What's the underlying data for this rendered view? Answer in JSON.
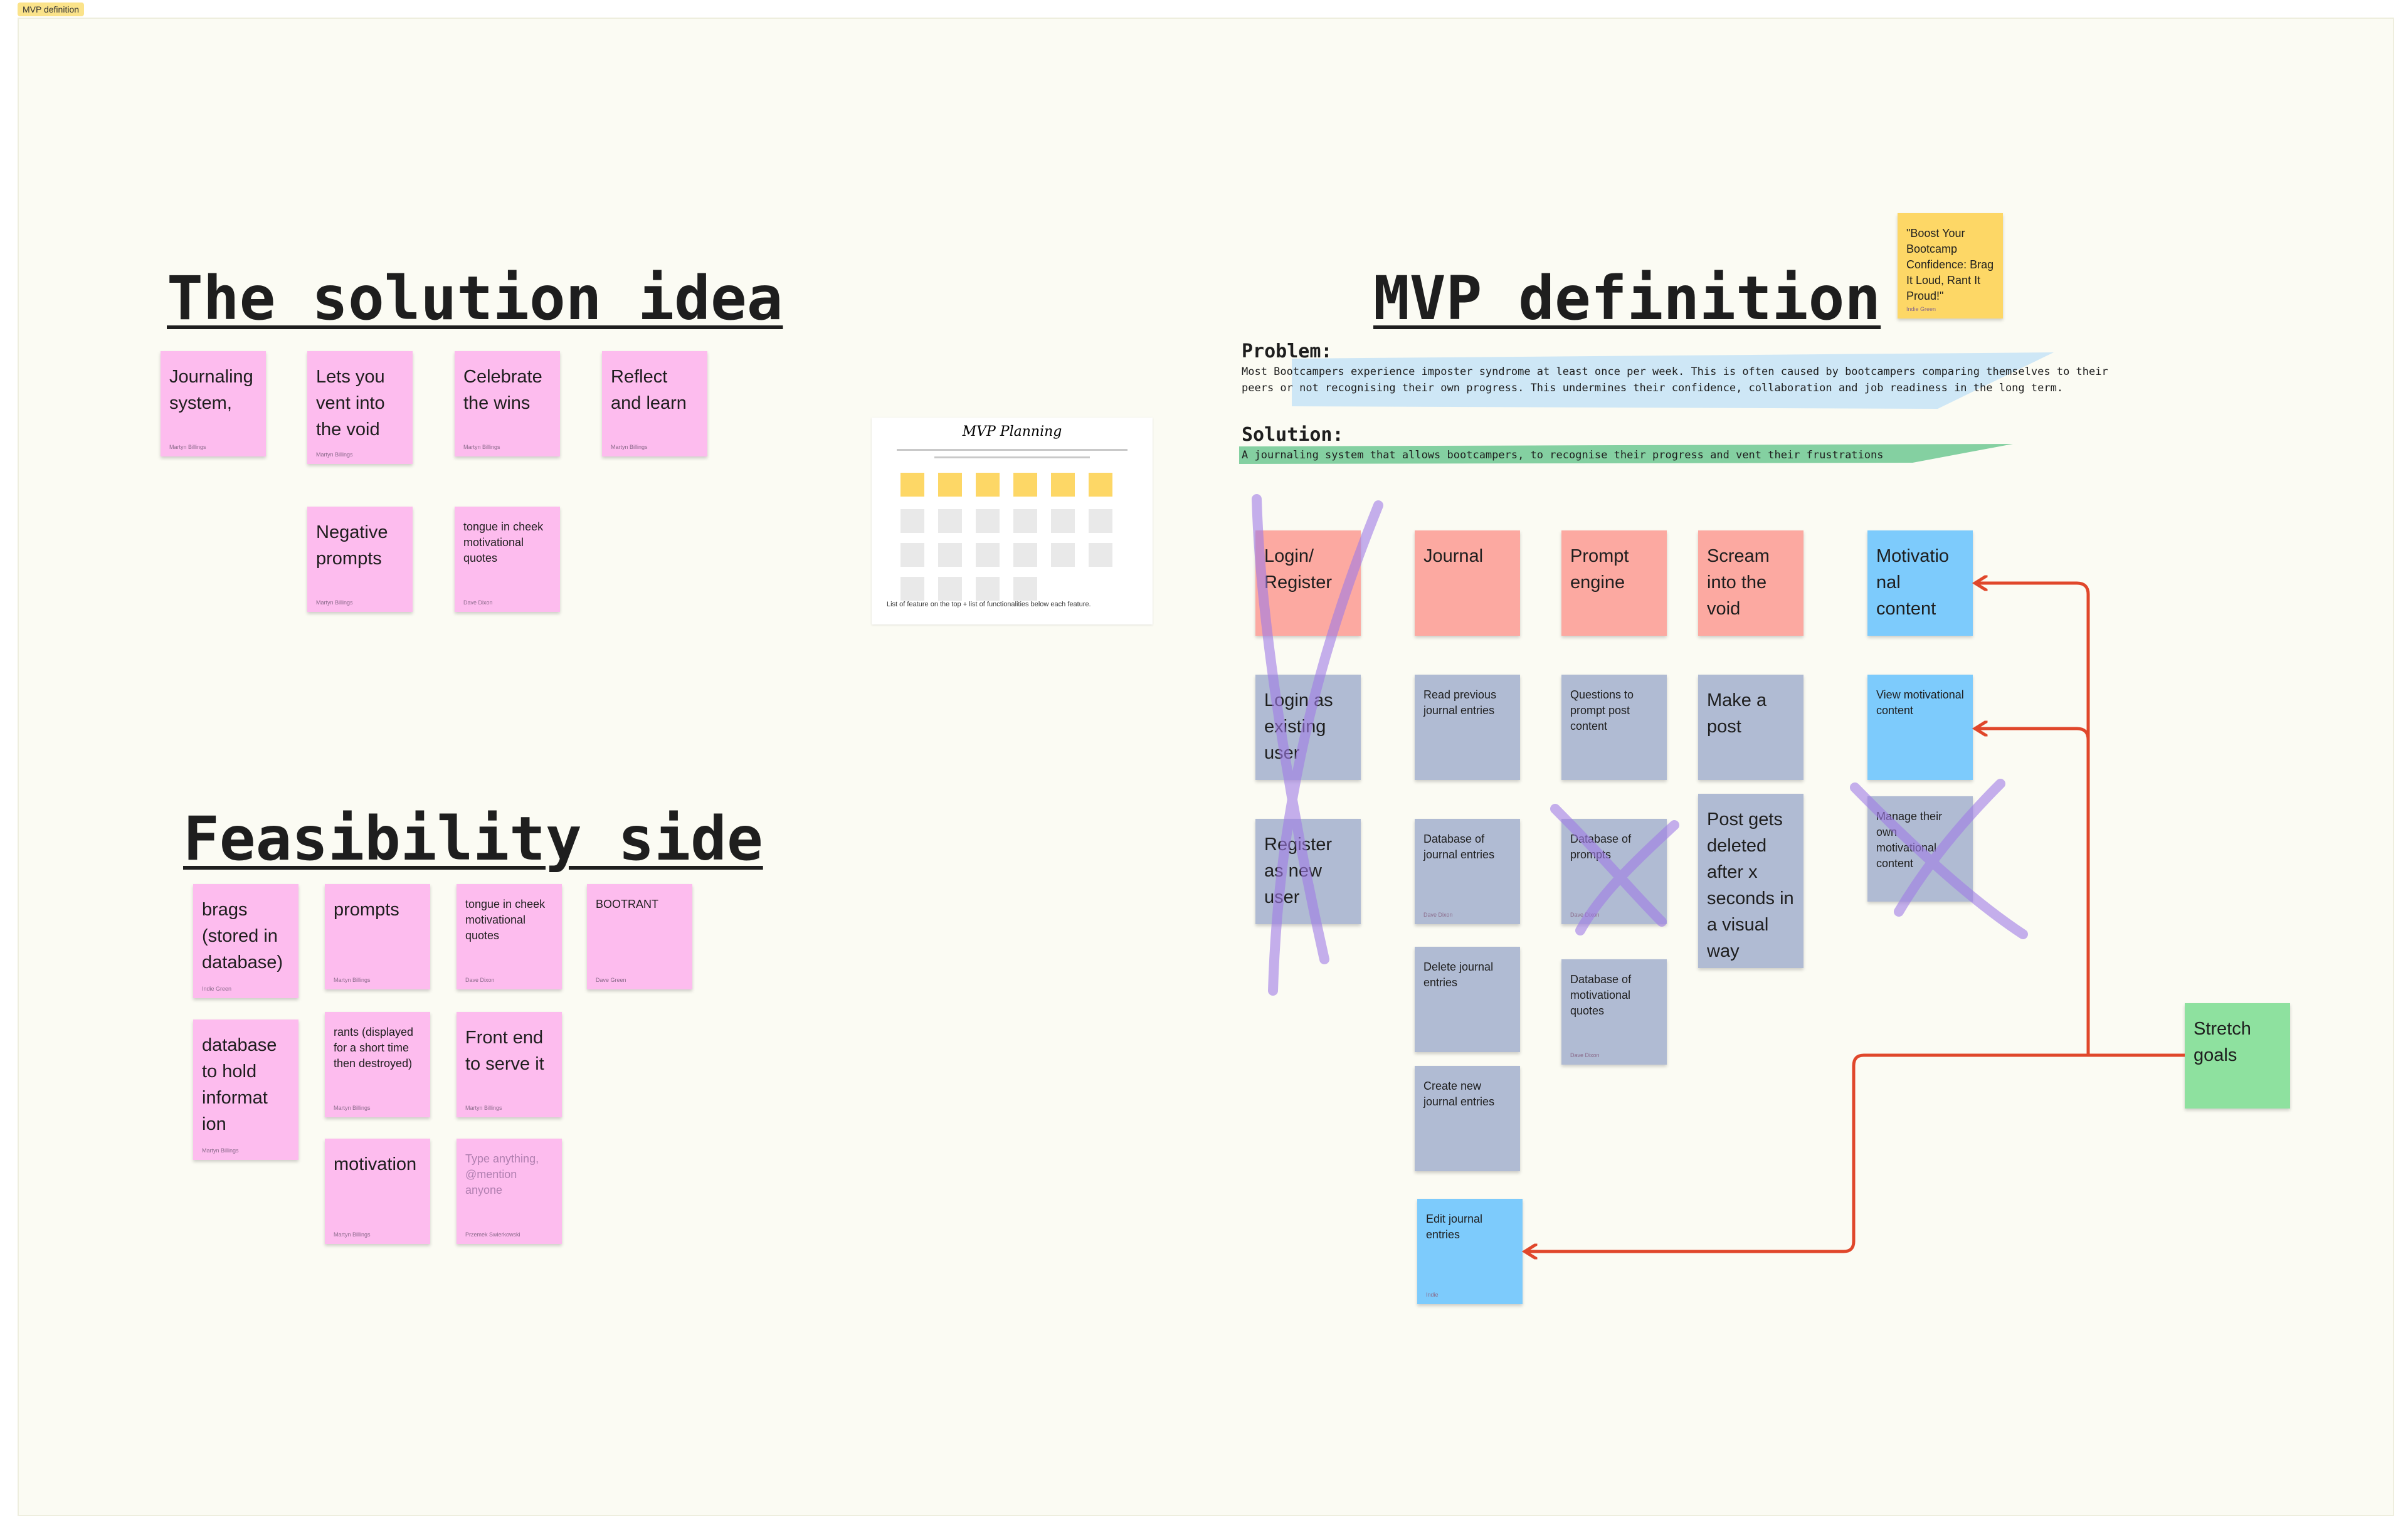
{
  "section_tab": "MVP definition",
  "headings": {
    "solution": "The solution idea",
    "feasibility": "Feasibility side",
    "mvp": "MVP definition"
  },
  "problem": {
    "label": "Problem:",
    "line1": "Most Bootcampers experience imposter syndrome at least once per week. This is often caused by bootcampers comparing themselves to their",
    "line2": "peers or not recognising their own progress. This undermines their confidence, collaboration and job readiness in the long term."
  },
  "solution": {
    "label": "Solution:",
    "text": "A journaling system that allows bootcampers, to recognise their progress and vent their frustrations"
  },
  "thumbnail": {
    "title": "MVP Planning",
    "caption": "List of feature on the top + list of functionalities below each feature."
  },
  "solution_notes": [
    {
      "text": "Journaling\nsystem,",
      "author": "Martyn Billings"
    },
    {
      "text": "Lets you\nvent into\nthe void",
      "author": "Martyn Billings"
    },
    {
      "text": "Celebrate\nthe wins",
      "author": "Martyn Billings"
    },
    {
      "text": "Reflect\nand learn",
      "author": "Martyn Billings"
    },
    {
      "text": "Negative\nprompts",
      "author": "Martyn Billings"
    },
    {
      "text": "tongue in cheek\nmotivational\nquotes",
      "author": "Dave Dixon"
    }
  ],
  "feasibility_notes": [
    {
      "text": "brags\n(stored in\ndatabase)",
      "author": "Indie Green"
    },
    {
      "text": "prompts",
      "author": "Martyn Billings"
    },
    {
      "text": "tongue in cheek\nmotivational\nquotes",
      "author": "Dave Dixon"
    },
    {
      "text": "BOOTRANT",
      "author": "Dave Green"
    },
    {
      "text": "database\nto hold\ninformat\nion",
      "author": "Martyn Billings"
    },
    {
      "text": "rants (displayed\nfor a short time\nthen destroyed)",
      "author": "Martyn Billings"
    },
    {
      "text": "Front end\nto serve it",
      "author": "Martyn Billings"
    },
    {
      "text": "motivation",
      "author": "Martyn Billings"
    },
    {
      "text": "Type anything, @mention\nanyone",
      "author": "Przemek Swierkowski"
    }
  ],
  "mvp_notes": {
    "slogan": {
      "text": "\"Boost Your\nBootcamp\nConfidence: Brag\nIt Loud, Rant It\nProud!\"",
      "author": "Indie Green"
    },
    "login_register": {
      "text": "Login/\nRegister"
    },
    "journal": {
      "text": "Journal"
    },
    "prompt_engine": {
      "text": "Prompt\nengine"
    },
    "scream": {
      "text": "Scream\ninto the\nvoid"
    },
    "motivational": {
      "text": "Motivatio\nnal\ncontent"
    },
    "login_existing": {
      "text": "Login as\nexisting\nuser"
    },
    "read_previous": {
      "text": "Read previous\njournal entries"
    },
    "questions": {
      "text": "Questions to\nprompt post\ncontent"
    },
    "make_post": {
      "text": "Make a\npost"
    },
    "view_motivational": {
      "text": "View motivational\ncontent"
    },
    "register_new": {
      "text": "Register\nas new\nuser"
    },
    "db_journal": {
      "text": "Database of\njournal entries",
      "author": "Dave Dixon"
    },
    "db_prompts": {
      "text": "Database of\nprompts",
      "author": "Dave Dixon"
    },
    "post_deleted": {
      "text": "Post gets\ndeleted\nafter x\nseconds in\na visual\nway"
    },
    "manage_motivational": {
      "text": "Manage their own\nmotivational\ncontent"
    },
    "delete_journal": {
      "text": "Delete journal\nentries"
    },
    "db_quotes": {
      "text": "Database of\nmotivational\nquotes",
      "author": "Dave Dixon"
    },
    "create_journal": {
      "text": "Create new\njournal entries"
    },
    "edit_journal": {
      "text": "Edit journal\nentries",
      "author": "Indie"
    },
    "stretch": {
      "text": "Stretch\ngoals"
    }
  },
  "colors": {
    "pink": "#fdbcee",
    "salmon": "#fca9a1",
    "slate": "#b0bbd3",
    "blue": "#7dcbfc",
    "green": "#8ee19f",
    "yellow": "#fdd766",
    "connector": "#e0472b",
    "strike": "#a07ce6"
  }
}
